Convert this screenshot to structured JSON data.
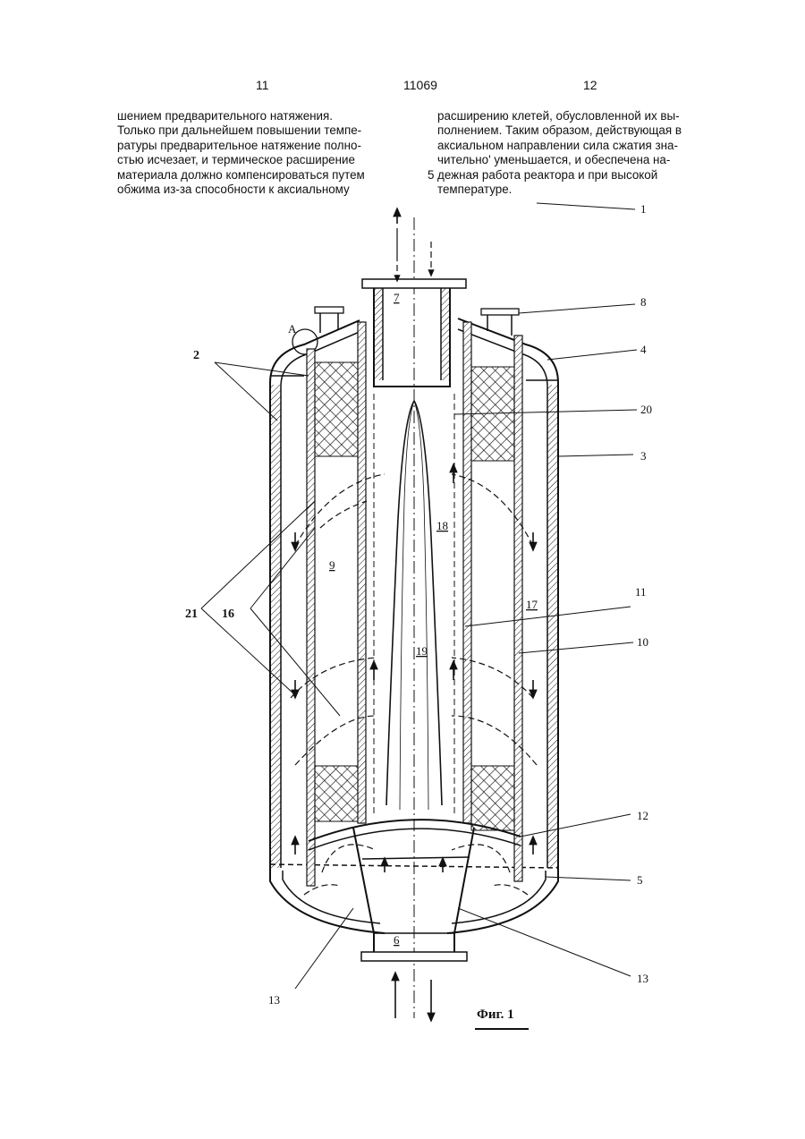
{
  "header": {
    "page_left": "11",
    "doc_number": "11069",
    "page_right": "12"
  },
  "left_column": {
    "lines": [
      "шением предварительного натяжения.",
      "Только при дальнейшем повышении темпе-",
      "ратуры предварительное натяжение полно-",
      "стью исчезает, и термическое расширение",
      "материала должно компенсироваться путем",
      "обжима из-за способности к аксиальному"
    ]
  },
  "right_column": {
    "lines": [
      "расширению клетей, обусловленной их вы-",
      "полнением. Таким образом, действующая в",
      "аксиальном направлении сила сжатия зна-",
      "чительно' уменьшается, и обеспечена на-",
      "дежная работа реактора и при высокой",
      "температуре."
    ]
  },
  "line_marker": "5",
  "figure": {
    "detail_label": "A",
    "labels": {
      "l1": "1",
      "l2": "2",
      "l3": "3",
      "l4": "4",
      "l5": "5",
      "l6": "6",
      "l7": "7",
      "l8": "8",
      "l9": "9",
      "l10": "10",
      "l11": "11",
      "l12": "12",
      "l13": "13",
      "l16": "16",
      "l17": "17",
      "l18": "18",
      "l19": "19",
      "l20": "20",
      "l21": "21",
      "l13b": "13"
    },
    "caption": "Фиг. 1"
  }
}
